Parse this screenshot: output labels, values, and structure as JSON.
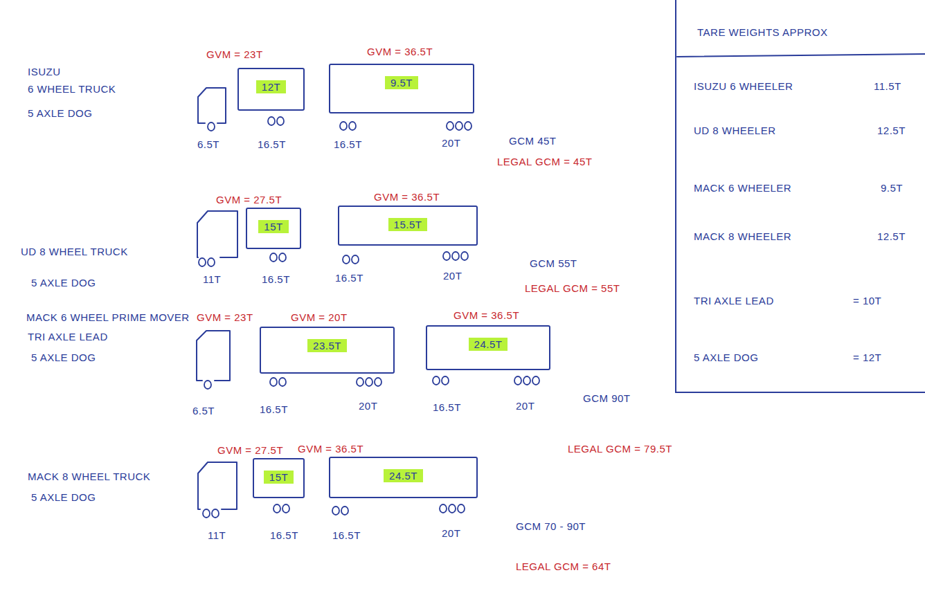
{
  "diagram": {
    "nodes": [
      {
        "text": [
          "12T"
        ]
      },
      {
        "text": [
          "9.5T"
        ]
      },
      {
        "text": [
          "15T"
        ]
      },
      {
        "text": [
          "15.5T"
        ]
      },
      {
        "text": [
          "23.5T"
        ]
      },
      {
        "text": [
          "24.5T"
        ]
      },
      {
        "text": [
          "15T"
        ]
      },
      {
        "text": [
          "24.5T"
        ]
      },
      {
        "text": [
          "TARE WEIGHTS APPROX",
          "ISUZU 6 WHEELER",
          "11.5T",
          "UD 8 WHEELER",
          "12.5T",
          "MACK 6 WHEELER",
          "9.5T",
          "MACK 8 WHEELER",
          "12.5T",
          "TRI AXLE LEAD",
          "= 10T",
          "5 AXLE DOG",
          "= 12T"
        ]
      }
    ],
    "labels": [
      "ISUZU",
      "6 WHEEL TRUCK",
      "5 AXLE DOG",
      "GVM = 23T",
      "GVM = 36.5T",
      "6.5T",
      "16.5T",
      "16.5T",
      "20T",
      "GCM 45T",
      "LEGAL GCM = 45T",
      "UD 8 WHEEL TRUCK",
      "5 AXLE DOG",
      "GVM = 27.5T",
      "GVM = 36.5T",
      "11T",
      "16.5T",
      "16.5T",
      "20T",
      "GCM 55T",
      "LEGAL GCM = 55T",
      "MACK 6 WHEEL PRIME MOVER",
      "TRI AXLE LEAD",
      "5 AXLE DOG",
      "GVM = 23T",
      "GVM = 20T",
      "GVM = 36.5T",
      "6.5T",
      "16.5T",
      "20T",
      "16.5T",
      "20T",
      "GCM 90T",
      "LEGAL GCM = 79.5T",
      "MACK 8 WHEEL TRUCK",
      "5 AXLE DOG",
      "GVM = 27.5T",
      "GVM = 36.5T",
      "11T",
      "16.5T",
      "16.5T",
      "20T",
      "GCM 70 - 90T",
      "LEGAL GCM = 64T"
    ]
  }
}
